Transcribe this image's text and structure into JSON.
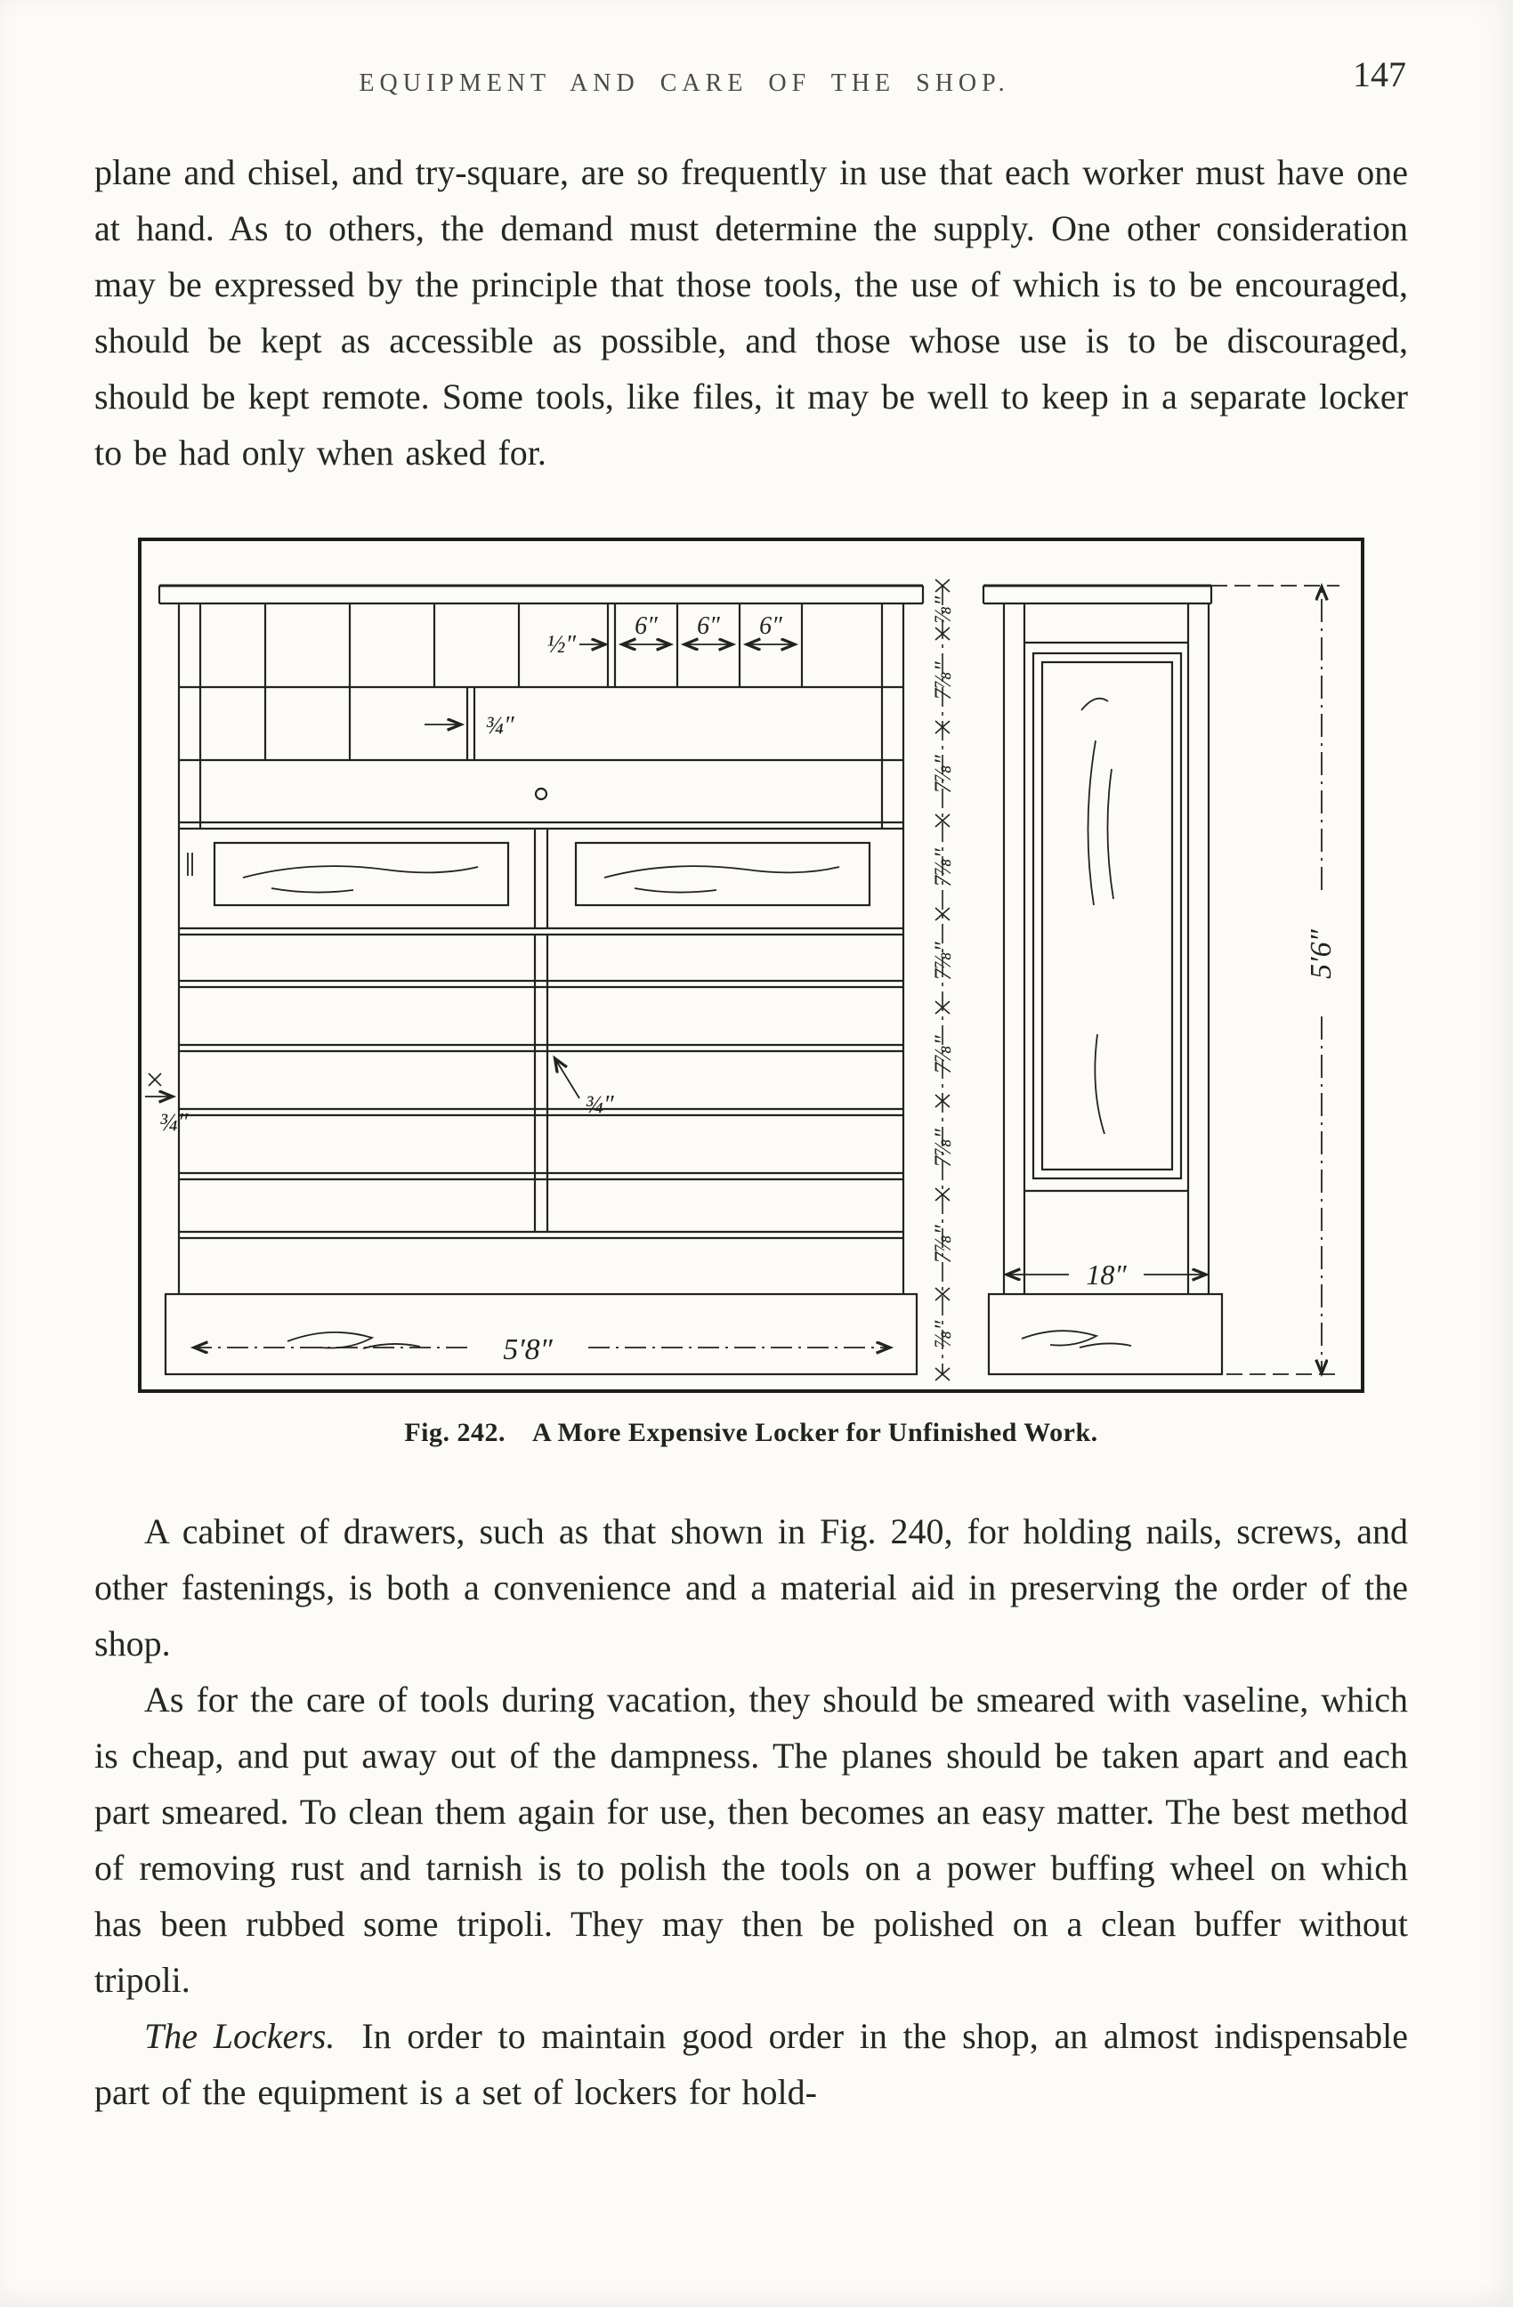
{
  "header": {
    "title": "EQUIPMENT AND CARE OF THE SHOP.",
    "page_number": "147"
  },
  "body": {
    "paragraph_1": "plane and chisel, and try-square, are so frequently in use that each worker must have one at hand. As to others, the demand must determine the supply. One other consideration may be expressed by the principle that those tools, the use of which is to be encouraged, should be kept as accessible as possible, and those whose use is to be discouraged, should be kept remote. Some tools, like files, it may be well to keep in a separate locker to be had only when asked for.",
    "paragraph_2": "A cabinet of drawers, such as that shown in Fig. 240, for holding nails, screws, and other fastenings, is both a convenience and a material aid in preserving the order of the shop.",
    "paragraph_3": "As for the care of tools during vacation, they should be smeared with vaseline, which is cheap, and put away out of the dampness. The planes should be taken apart and each part smeared. To clean them again for use, then becomes an easy matter. The best method of removing rust and tarnish is to polish the tools on a power buffing wheel on which has been rubbed some tripoli. They may then be polished on a clean buffer without tripoli.",
    "paragraph_4_lead": "The Lockers.",
    "paragraph_4_rest": "In order to maintain good order in the shop, an almost indispensable part of the equipment is a set of lockers for hold-"
  },
  "figure": {
    "caption_label": "Fig. 242.",
    "caption_text": "A More Expensive Locker for Unfinished Work.",
    "labels": {
      "slot_width": "½″",
      "six_1": "6″",
      "six_2": "6″",
      "six_3": "6″",
      "slat_thickness": "¾″",
      "shelf_mid": "¾″",
      "shelf_left": "¾″",
      "front_width": "5′8″",
      "side_width": "18″",
      "overall_height": "5′6″"
    },
    "chain": [
      "⅞″",
      "7⅞″",
      "7⅞″",
      "7⅞″",
      "7⅞″",
      "7⅞″",
      "7⅞″",
      "7⅞″",
      "⅞″"
    ]
  }
}
